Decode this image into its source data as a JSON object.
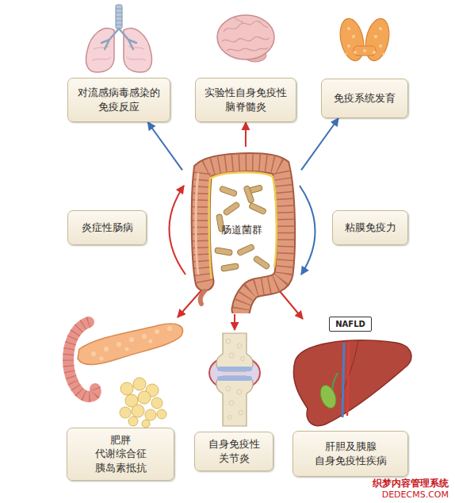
{
  "diagram": {
    "nodes": [
      {
        "text": [
          "对流感病毒感染的 免疫反应"
        ]
      },
      {
        "text": [
          "实验性自身免疫性 脑脊髓炎"
        ]
      },
      {
        "text": [
          "免疫系统发育"
        ]
      },
      {
        "text": [
          "炎症性肠病"
        ]
      },
      {
        "text": [
          "肠道菌群"
        ]
      },
      {
        "text": [
          "粘膜免疫力"
        ]
      },
      {
        "text": [
          "NAFLD"
        ]
      },
      {
        "text": [
          "肥胖",
          "代谢综合征",
          "胰岛素抵抗"
        ]
      },
      {
        "text": [
          "自身免疫性 关节炎"
        ]
      },
      {
        "text": [
          "肝胆及胰腺 自身免疫性疾病"
        ]
      }
    ],
    "edges": [
      {
        "from": 4,
        "to": 0,
        "arrow": "to"
      },
      {
        "from": 4,
        "to": 1,
        "arrow": "to"
      },
      {
        "from": 4,
        "to": 2,
        "arrow": "to"
      }
    ],
    "labels": [
      "织梦内容管理系统",
      "DEDECMS.COM"
    ]
  }
}
